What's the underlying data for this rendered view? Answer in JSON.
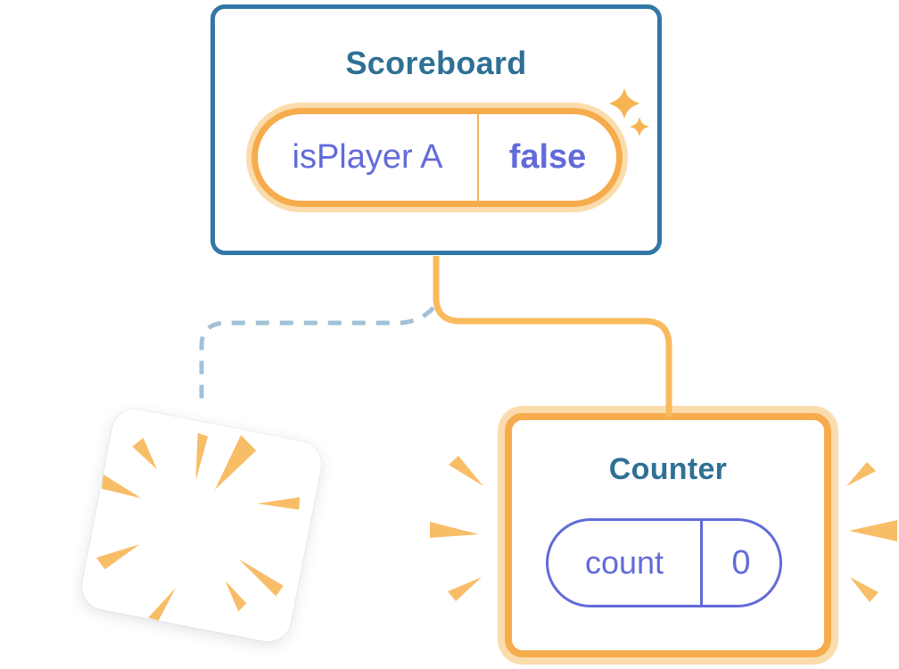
{
  "colors": {
    "teal-border": "#3277A7",
    "teal-text": "#2F7095",
    "orange": "#F6AC4D",
    "orange-glow": "#FBDCAC",
    "orange-line": "#F9BA5E",
    "orange-divider": "#F2B45C",
    "burst-orange": "#F8BD67",
    "sparkle-orange": "#F7B251",
    "indigo": "#626BD9",
    "dash-blue": "#A3C0D6"
  },
  "scoreboard": {
    "title": "Scoreboard",
    "state": {
      "key": "isPlayer A",
      "value": "false"
    }
  },
  "counter": {
    "title": "Counter",
    "state": {
      "key": "count",
      "value": "0"
    }
  },
  "icons": {
    "sparkle": "sparkle-icon",
    "poof": "poof-burst-icon",
    "emphasis_left": "emphasis-burst-left-icon",
    "emphasis_right": "emphasis-burst-right-icon"
  }
}
